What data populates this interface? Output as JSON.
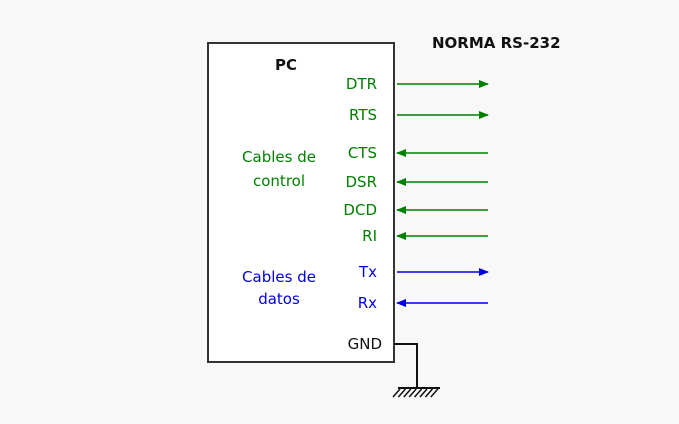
{
  "standard_label": "NORMA RS-232",
  "box_title": "PC",
  "groups": {
    "control": {
      "line1": "Cables de",
      "line2": "control",
      "color": "#008000"
    },
    "data": {
      "line1": "Cables de",
      "line2": "datos",
      "color": "#0000e0"
    }
  },
  "signals": [
    {
      "label": "DTR",
      "direction": "out",
      "group": "control"
    },
    {
      "label": "RTS",
      "direction": "out",
      "group": "control"
    },
    {
      "label": "CTS",
      "direction": "in",
      "group": "control"
    },
    {
      "label": "DSR",
      "direction": "in",
      "group": "control"
    },
    {
      "label": "DCD",
      "direction": "in",
      "group": "control"
    },
    {
      "label": "RI",
      "direction": "in",
      "group": "control"
    },
    {
      "label": "Tx",
      "direction": "out",
      "group": "data"
    },
    {
      "label": "Rx",
      "direction": "in",
      "group": "data"
    }
  ],
  "ground": {
    "label": "GND"
  },
  "colors": {
    "box_stroke": "#333333",
    "box_fill": "#ffffff",
    "text": "#111111"
  }
}
